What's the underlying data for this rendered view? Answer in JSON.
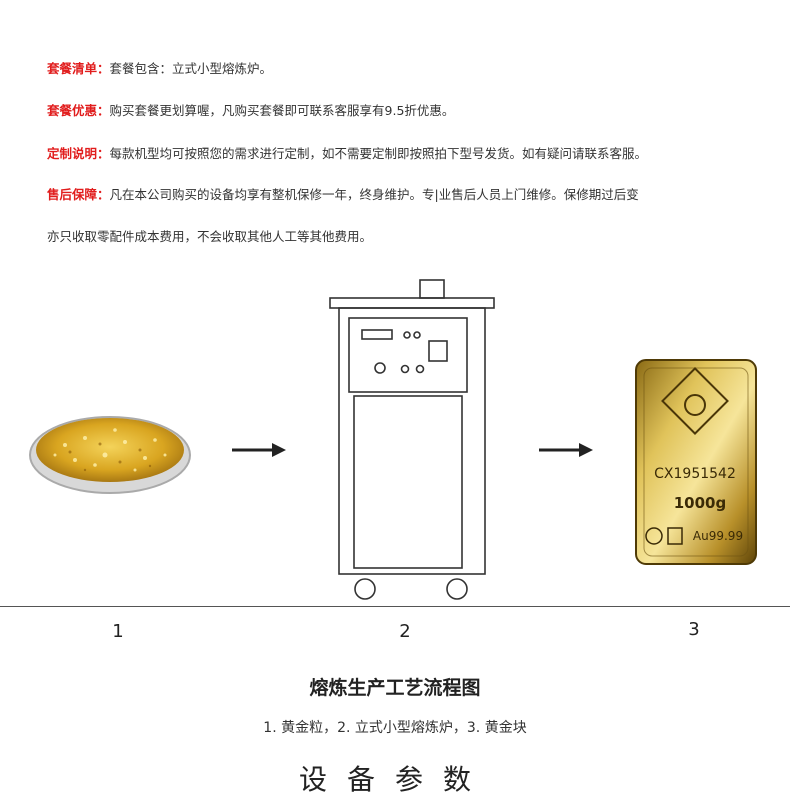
{
  "package_info": [
    {
      "label": "套餐清单：",
      "text": "套餐包含：立式小型熔炼炉。"
    },
    {
      "label": "套餐优惠：",
      "text": "购买套餐更划算喔，凡购买套餐即可联系客服享有9.5折优惠。"
    },
    {
      "label": "定制说明：",
      "text": "每款机型均可按照您的需求进行定制，如不需要定制即按照拍下型号发货。如有疑问请联系客服。"
    },
    {
      "label": "售后保障：",
      "text": "凡在本公司购买的设备均享有整机保修一年，终身维护。专|业售后人员上门维修。保修期过后变"
    },
    {
      "label": "",
      "text": "亦只收取零配件成本费用，不会收取其他人工等其他费用。"
    }
  ],
  "process": {
    "steps": [
      "1",
      "2",
      "3"
    ],
    "title": "熔炼生产工艺流程图",
    "caption": "1. 黄金粒，2. 立式小型熔炼炉，3. 黄金块"
  },
  "gold_bar_marks": {
    "serial": "CX1951542",
    "weight": "1000g",
    "purity": "Au99.99"
  },
  "section_heading": "设备参数"
}
